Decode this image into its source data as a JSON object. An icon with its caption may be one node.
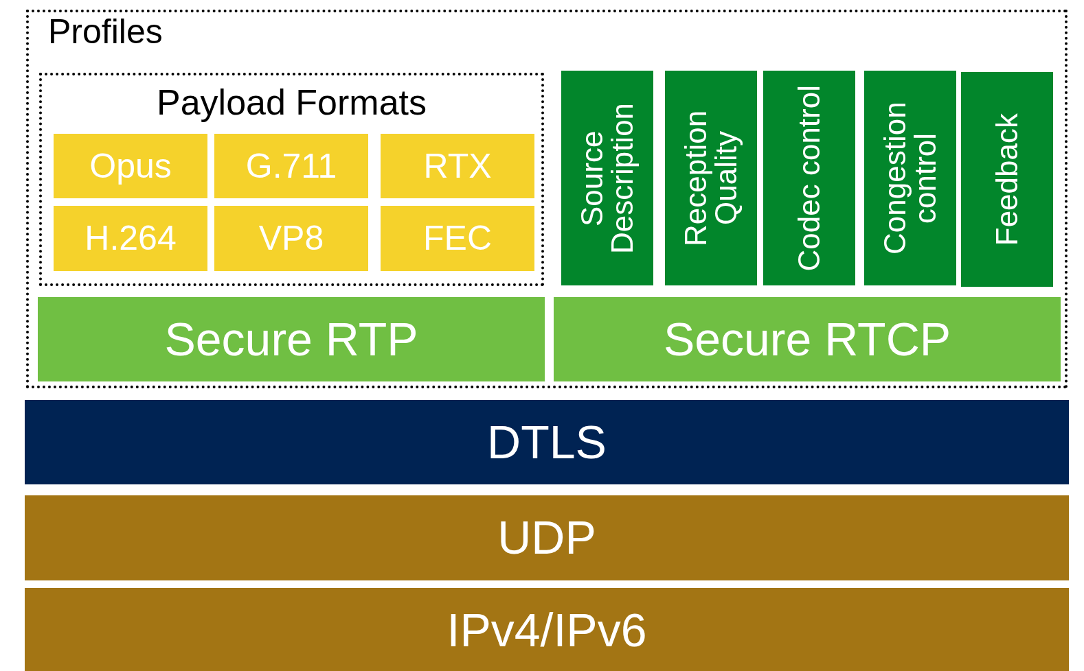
{
  "diagram": {
    "nodes": [
      {
        "text": [
          "Profiles"
        ]
      },
      {
        "text": [
          "Payload Formats"
        ],
        "in": 0
      },
      {
        "text": [
          "Opus"
        ],
        "in": 1
      },
      {
        "text": [
          "G.711"
        ],
        "in": 1
      },
      {
        "text": [
          "RTX"
        ],
        "in": 1
      },
      {
        "text": [
          "H.264"
        ],
        "in": 1
      },
      {
        "text": [
          "VP8"
        ],
        "in": 1
      },
      {
        "text": [
          "FEC"
        ],
        "in": 1
      },
      {
        "text": [
          "Source Description"
        ],
        "in": 0
      },
      {
        "text": [
          "Reception Quality"
        ],
        "in": 0
      },
      {
        "text": [
          "Codec control"
        ],
        "in": 0
      },
      {
        "text": [
          "Congestion control"
        ],
        "in": 0
      },
      {
        "text": [
          "Feedback"
        ],
        "in": 0
      },
      {
        "text": [
          "Secure RTP"
        ],
        "in": 0
      },
      {
        "text": [
          "Secure RTCP"
        ],
        "in": 0
      },
      {
        "text": [
          "DTLS"
        ]
      },
      {
        "text": [
          "UDP"
        ]
      },
      {
        "text": [
          "IPv4/IPv6"
        ]
      }
    ],
    "edges": []
  }
}
